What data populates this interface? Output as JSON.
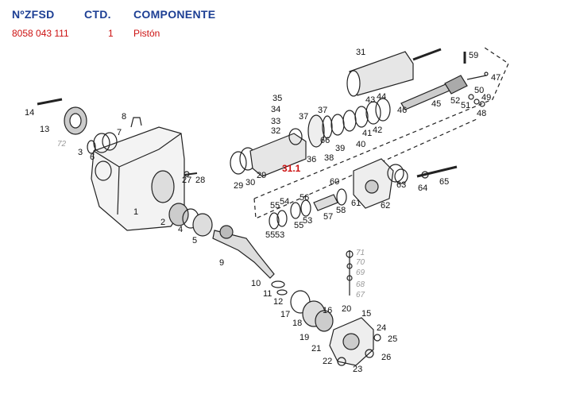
{
  "header": {
    "col_part_number": "NºZFSD",
    "col_quantity": "CTD.",
    "col_component": "COMPONENTE"
  },
  "selected_row": {
    "part_number": "8058 043 111",
    "quantity": "1",
    "component": "Pistón"
  },
  "diagram": {
    "highlighted_label": "31.1",
    "labels": [
      "1",
      "2",
      "3",
      "4",
      "5",
      "6",
      "7",
      "8",
      "9",
      "10",
      "11",
      "12",
      "13",
      "14",
      "15",
      "16",
      "17",
      "18",
      "19",
      "20",
      "21",
      "22",
      "23",
      "24",
      "25",
      "26",
      "27",
      "28",
      "29",
      "30",
      "29",
      "31",
      "32",
      "33",
      "34",
      "35",
      "36",
      "37",
      "37",
      "38",
      "39",
      "40",
      "41",
      "42",
      "43",
      "44",
      "45",
      "46",
      "47",
      "48",
      "49",
      "50",
      "51",
      "52",
      "53",
      "53",
      "54",
      "55",
      "55",
      "55",
      "56",
      "57",
      "58",
      "59",
      "60",
      "61",
      "62",
      "63",
      "64",
      "65",
      "66"
    ],
    "faded_labels": [
      "72",
      "71",
      "70",
      "69",
      "68",
      "67"
    ]
  },
  "colors": {
    "header_blue": "#1d3f94",
    "row_red": "#cc1111"
  }
}
